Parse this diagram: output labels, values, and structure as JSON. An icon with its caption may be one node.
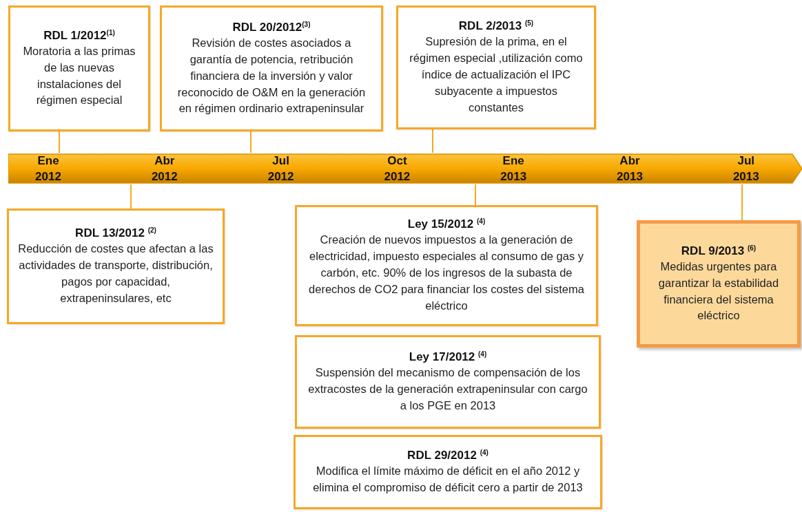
{
  "diagram": {
    "nodes": [
      {
        "text": [
          "RDL 1/2012$^{(1)}$",
          "Moratoria a las primas de las nuevas instalaciones del régimen especial"
        ]
      },
      {
        "text": [
          "RDL 20/2012$^{(3)}$",
          "Revisión de costes asociados a garantía de potencia, retribución financiera de la inversión y valor reconocido de O&M en la generación en régimen ordinario extrapeninsular"
        ]
      },
      {
        "text": [
          "RDL 2/2013 $^{(5)}$",
          "Supresión de la prima, en el régimen especial ,utilización como índice de actualización el IPC subyacente a impuestos constantes"
        ]
      },
      {
        "text": [
          "Ene 2012",
          "Abr 2012",
          "Jul 2012",
          "Oct 2012",
          "Ene 2013",
          "Abr 2013",
          "Jul 2013"
        ]
      },
      {
        "text": [
          "RDL 13/2012 $^{(2)}$",
          "Reducción de costes que afectan a las actividades de transporte, distribución, pagos por capacidad, extrapeninsulares, etc"
        ]
      },
      {
        "text": [
          "Ley 15/2012 $^{(4)}$",
          "Creación de nuevos impuestos a la generación de electricidad, impuesto especiales al consumo de gas y carbón, etc. 90% de los ingresos de la subasta de derechos de CO2 para financiar los costes del sistema eléctrico"
        ]
      },
      {
        "text": [
          "RDL 9/2013 $^{(6)}$",
          "Medidas urgentes para garantizar la estabilidad financiera del sistema eléctrico"
        ]
      },
      {
        "text": [
          "Ley 17/2012 $^{(4)}$",
          "Suspensión del mecanismo de compensación de los extracostes de la generación extrapeninsular con cargo a los PGE en 2013"
        ]
      },
      {
        "text": [
          "RDL 29/2012 $^{(4)}$",
          "Modifica el límite máximo de déficit en el año 2012 y elimina el compromiso de déficit cero a partir de 2013"
        ]
      }
    ],
    "edges": [
      {
        "from": 0,
        "to": 3,
        "arrow": "none"
      },
      {
        "from": 1,
        "to": 3,
        "arrow": "none"
      },
      {
        "from": 2,
        "to": 3,
        "arrow": "none"
      },
      {
        "from": 4,
        "to": 3,
        "arrow": "none"
      },
      {
        "from": 5,
        "to": 3,
        "arrow": "none"
      },
      {
        "from": 6,
        "to": 3,
        "arrow": "none"
      }
    ]
  }
}
